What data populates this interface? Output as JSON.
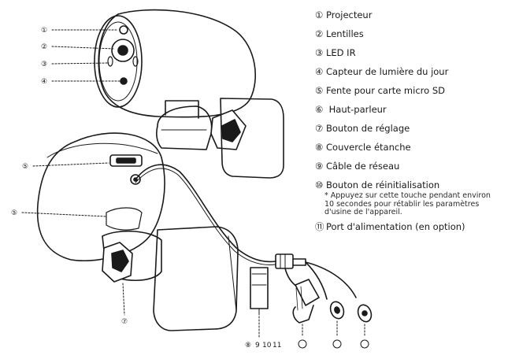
{
  "callouts": {
    "c1": "①",
    "c2": "②",
    "c3": "③",
    "c4": "④",
    "c5": "⑤",
    "c6": "⑤",
    "c7": "⑦",
    "c8": "⑧",
    "c9": "9",
    "c10": "10",
    "c11": "11"
  },
  "legend": [
    {
      "num": "①",
      "label": "Projecteur"
    },
    {
      "num": "②",
      "label": "Lentilles"
    },
    {
      "num": "③",
      "label": "LED IR"
    },
    {
      "num": "④",
      "label": "Capteur de lumière du jour"
    },
    {
      "num": "⑤",
      "label": "Fente pour carte micro SD"
    },
    {
      "num": "⑥",
      "label": " Haut-parleur"
    },
    {
      "num": "⑦",
      "label": "Bouton de réglage"
    },
    {
      "num": "⑧",
      "label": "Couvercle étanche"
    },
    {
      "num": "⑨",
      "label": "Câble de réseau"
    },
    {
      "num": "⑩",
      "label": "Bouton de réinitialisation",
      "note": "* Appuyez sur cette touche pendant environ 10 secondes pour rétablir les paramètres d'usine de l'appareil."
    },
    {
      "num": "⑪",
      "label": "Port d'alimentation (en option)"
    }
  ]
}
